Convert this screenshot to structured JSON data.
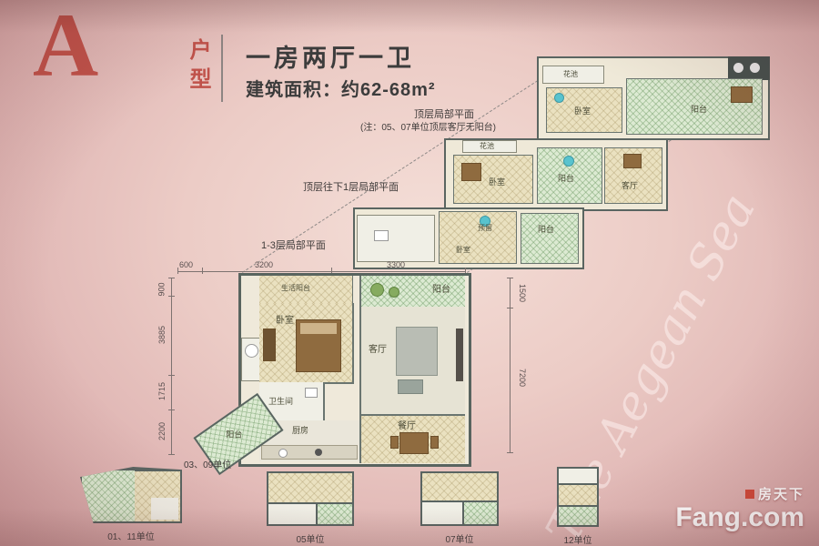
{
  "header": {
    "letter": "A",
    "type_label": "户型",
    "title": "一房两厅一卫",
    "subtitle": "建筑面积：约62-68m²"
  },
  "annotations": {
    "top_plan_label": "顶层局部平面",
    "top_plan_note": "(注：05、07单位顶层客厅无阳台)",
    "mid_plan_label": "顶层往下1层局部平面",
    "low_plan_label": "1-3层局部平面",
    "main_plan_unit_label": "03、09单位"
  },
  "dimensions": {
    "top": [
      "600",
      "3200",
      "3300"
    ],
    "left": [
      "900",
      "3885",
      "1715",
      "2200"
    ],
    "right": [
      "1500",
      "7200"
    ]
  },
  "main_plan": {
    "rooms": {
      "service_balcony": "生活阳台",
      "bedroom": "卧室",
      "balcony_top": "阳台",
      "living": "客厅",
      "bath": "卫生间",
      "kitchen": "厨房",
      "dining": "餐厅",
      "balcony_corner": "阳台"
    }
  },
  "cascade": {
    "plan1": {
      "flower": "花池",
      "bedroom": "卧室",
      "balcony": "阳台"
    },
    "plan2": {
      "flower": "花池",
      "bedroom": "卧室",
      "balcony": "阳台",
      "living": "客厅"
    },
    "plan3": {
      "reserved": "预留",
      "bedroom": "卧室",
      "balcony": "阳台"
    }
  },
  "bottom_units": [
    {
      "label": "01、11单位"
    },
    {
      "label": "05单位"
    },
    {
      "label": "07单位"
    },
    {
      "label": "12单位"
    }
  ],
  "watermark": "The Aegean Sea",
  "logo": {
    "cn": "房天下",
    "en": "Fang.com"
  }
}
